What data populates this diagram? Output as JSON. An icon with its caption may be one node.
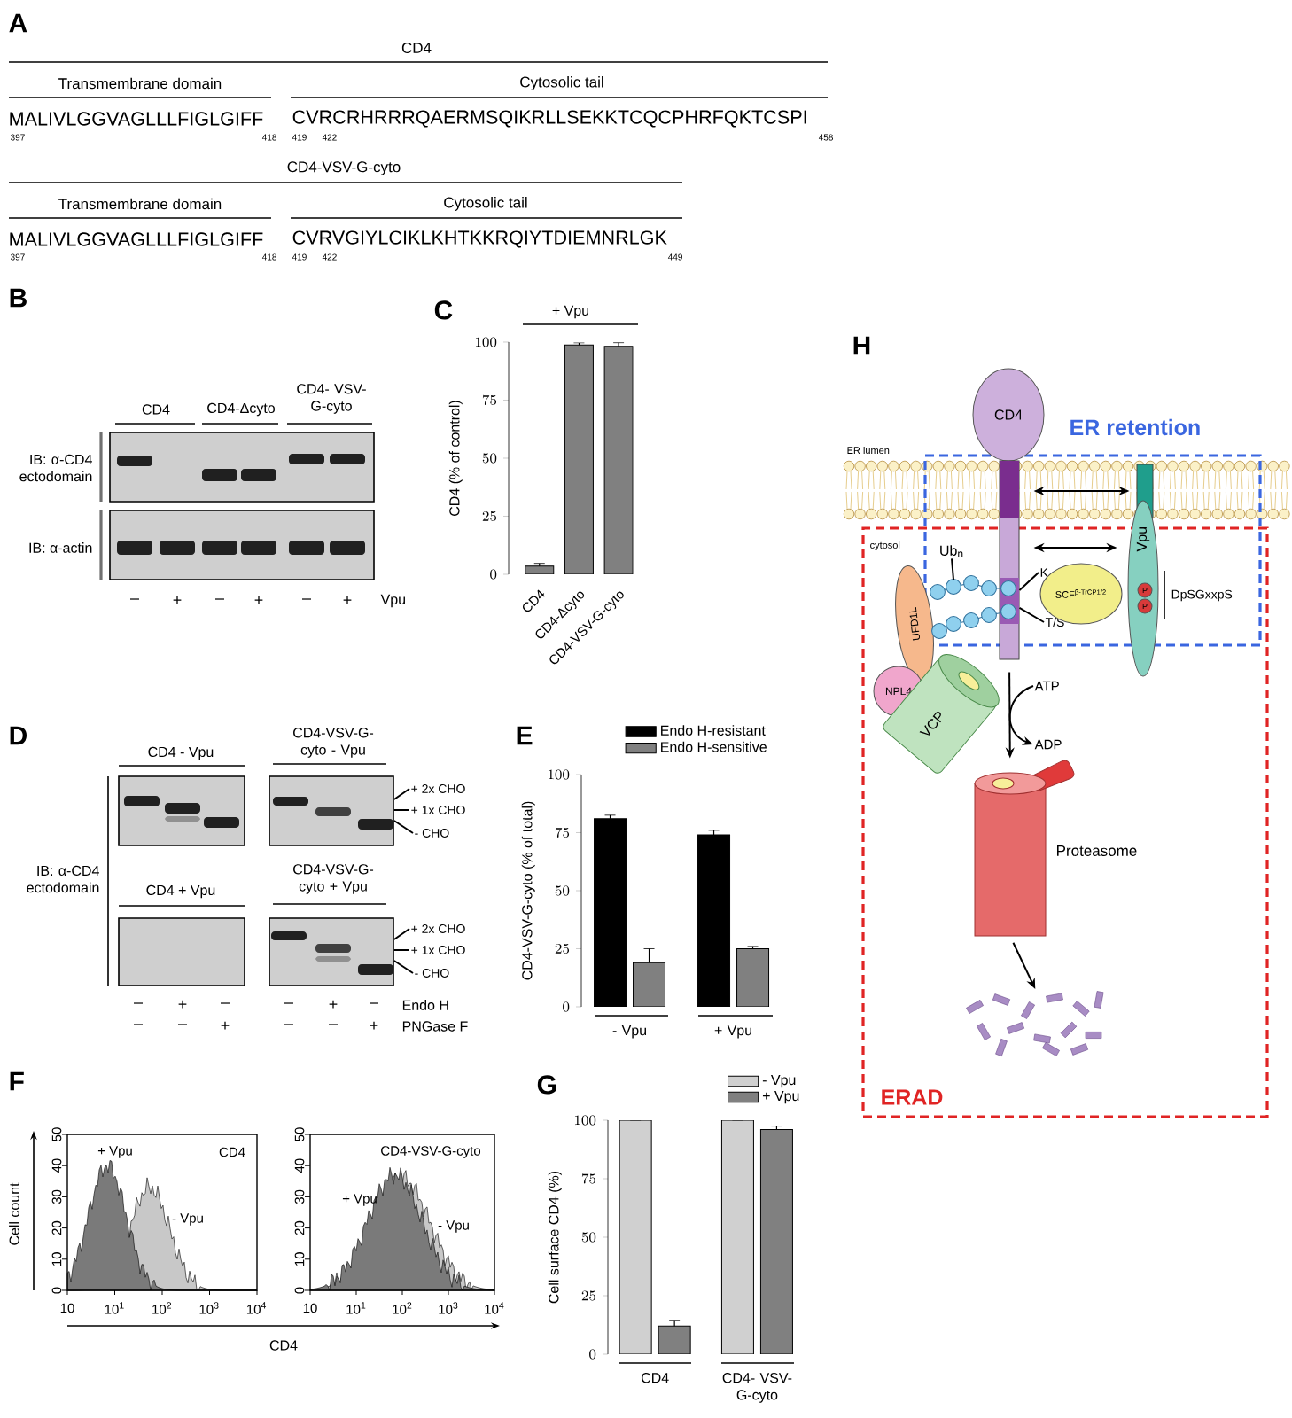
{
  "diagram": {
    "nodes": [
      {
        "text": [
          "+ 2x CHO"
        ]
      },
      {
        "text": [
          "+ 1x CHO"
        ]
      },
      {
        "text": [
          "- CHO"
        ]
      },
      {
        "text": [
          "+ 2x CHO"
        ]
      },
      {
        "text": [
          "+ 1x CHO"
        ]
      },
      {
        "text": [
          "- CHO"
        ]
      },
      {
        "text": [
          "ER retention"
        ]
      },
      {
        "text": [
          "ERAD"
        ]
      },
      {
        "text": [
          "CD4"
        ]
      },
      {
        "text": [],
        "shape": "bar"
      },
      {
        "text": [],
        "shape": "bar",
        "in": 6
      },
      {
        "text": [
          "Vpu"
        ]
      },
      {
        "text": [
          "P"
        ],
        "in": 11
      },
      {
        "text": [
          "P"
        ],
        "in": 11
      },
      {
        "text": [
          "Ub$_{n}$"
        ]
      },
      {
        "text": [
          "K"
        ]
      },
      {
        "text": [
          "T/S"
        ]
      },
      {
        "text": [
          "SCF$^{β-TrCP1/2}$"
        ]
      },
      {
        "text": [
          "UFD1L"
        ],
        "in": 7
      },
      {
        "text": [
          "NPL4"
        ],
        "in": 7
      },
      {
        "text": [
          "VCP"
        ],
        "in": 7
      },
      {
        "text": [
          "Proteasome"
        ],
        "in": 7
      },
      {
        "text": [],
        "shape": "picture",
        "in": 7
      },
      {
        "text": [],
        "shape": "picture"
      },
      {
        "text": [],
        "shape": "picture"
      },
      {
        "text": [
          "ATP"
        ],
        "in": 7
      },
      {
        "text": [
          "ADP"
        ],
        "in": 7
      }
    ],
    "edges": [
      {
        "from": 0,
        "to": 23,
        "arrow": "none"
      },
      {
        "from": 1,
        "to": 23,
        "arrow": "none"
      },
      {
        "from": 2,
        "to": 23,
        "arrow": "none"
      },
      {
        "from": 3,
        "to": 24,
        "arrow": "none"
      },
      {
        "from": 4,
        "to": 24,
        "arrow": "none"
      },
      {
        "from": 5,
        "to": 24,
        "arrow": "none"
      },
      {
        "from": 9,
        "to": 10,
        "arrow": "both"
      },
      {
        "from": 9,
        "to": 11,
        "arrow": "both"
      },
      {
        "from": 9,
        "to": 21,
        "arrow": "to"
      },
      {
        "from": 21,
        "to": 22,
        "arrow": "to"
      },
      {
        "from": 14,
        "to": null,
        "arrow": "none"
      },
      {
        "from": 15,
        "to": 9,
        "arrow": "none"
      },
      {
        "from": 16,
        "to": 9,
        "arrow": "none"
      },
      {
        "from": 25,
        "to": 26,
        "arrow": "to"
      }
    ],
    "labels": [
      "A",
      "CD4",
      "Transmembrane domain",
      "Cytosolic tail",
      "MALIVLGGVAGLLLFIGLGIFF",
      "397",
      "418",
      "CVRCRHRRRQAERMSQIKRLLSEKKTCQCPHRFQKTCSPI",
      "419",
      "422",
      "458",
      "CD4-VSV-G-cyto",
      "Transmembrane domain",
      "Cytosolic tail",
      "MALIVLGGVAGLLLFIGLGIFF",
      "397",
      "418",
      "CVRVGIYLCIKLKHTKKRQIYTDIEMNRLGK",
      "419",
      "422",
      "449",
      "B",
      "CD4",
      "CD4-Δcyto",
      "CD4- VSV-G-cyto",
      "IB: α-CD4 ectodomain",
      "IB: α-actin",
      "–",
      "+",
      "–",
      "+",
      "–",
      "+",
      "Vpu",
      "C",
      "D",
      "CD4 - Vpu",
      "CD4-VSV-G-cyto - Vpu",
      "IB: α-CD4 ectodomain",
      "CD4 + Vpu",
      "CD4-VSV-G-cyto + Vpu",
      "–",
      "+",
      "–",
      "–",
      "+",
      "–",
      "Endo H",
      "–",
      "–",
      "+",
      "–",
      "–",
      "+",
      "PNGase F",
      "E",
      "F",
      "0",
      "10",
      "20",
      "30",
      "40",
      "50",
      "10",
      "10$^{1}$",
      "10$^{2}$",
      "10$^{3}$",
      "10$^{4}$",
      "+ Vpu",
      "CD4",
      "- Vpu",
      "0",
      "10",
      "20",
      "30",
      "40",
      "50",
      "10",
      "10$^{1}$",
      "10$^{2}$",
      "10$^{3}$",
      "10$^{4}$",
      "CD4-VSV-G-cyto",
      "+ Vpu",
      "- Vpu",
      "Cell count",
      "CD4",
      "G",
      "H",
      "ER lumen",
      "cytosol",
      "DpSGxxpS"
    ],
    "chart_data": [
      {
        "type": "bar",
        "title": "+ Vpu",
        "ylabel": "CD4 (% of control)",
        "categories": [
          "CD4",
          "CD4-Δcyto",
          "CD4-VSV-G-cyto"
        ],
        "series": [
          {
            "color": "#808080",
            "values": [
              3.5,
              98.8,
              98.2
            ],
            "errors": [
              1.2,
              0.8,
              1.5
            ]
          }
        ],
        "ylim": [
          0,
          100
        ],
        "yticks": [
          0,
          25,
          50,
          75,
          100
        ]
      },
      {
        "type": "bar",
        "ylabel": "CD4-VSV-G-cyto (% of total)",
        "categories": [
          "- Vpu",
          "+ Vpu"
        ],
        "legend": "top",
        "series": [
          {
            "name": "Endo H-resistant",
            "color": "#000000",
            "values": [
              81,
              74
            ],
            "errors": [
              1.5,
              2
            ]
          },
          {
            "name": "Endo H-sensitive",
            "color": "#808080",
            "values": [
              19,
              25
            ],
            "errors": [
              6,
              1
            ]
          }
        ],
        "ylim": [
          0,
          100
        ],
        "yticks": [
          0,
          25,
          50,
          75,
          100
        ]
      },
      {
        "type": "bar",
        "ylabel": "Cell surface CD4 (%)",
        "categories": [
          "CD4",
          "CD4- VSV-G-cyto"
        ],
        "legend": "top",
        "series": [
          {
            "name": "- Vpu",
            "color": "#d0d0d0",
            "values": [
              100,
              100
            ],
            "errors": [
              0,
              0
            ]
          },
          {
            "name": "+ Vpu",
            "color": "#808080",
            "values": [
              12,
              96
            ],
            "errors": [
              2.5,
              1.5
            ]
          }
        ],
        "ylim": [
          0,
          100
        ],
        "yticks": [
          0,
          25,
          50,
          75,
          100
        ]
      }
    ]
  }
}
